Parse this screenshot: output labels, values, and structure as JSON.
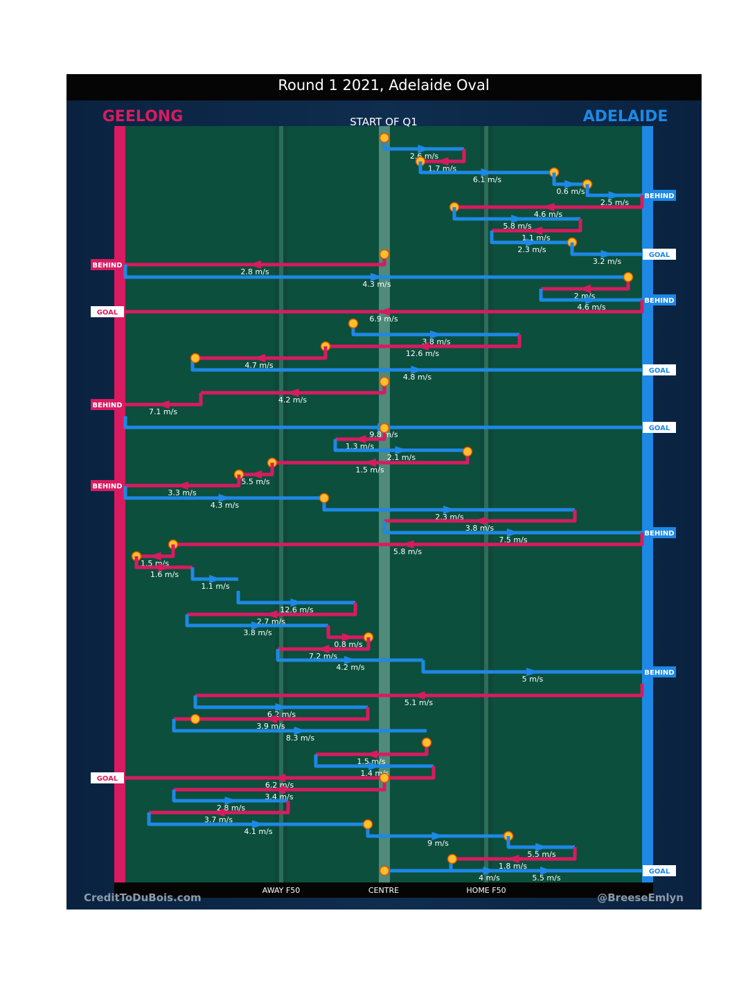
{
  "header": {
    "title": "Round 1 2021, Adelaide Oval",
    "left_team": "GEELONG",
    "right_team": "ADELAIDE",
    "period": "START OF Q1"
  },
  "footer": {
    "credit_left": "CreditToDuBois.com",
    "credit_right": "@BreeseEmlyn",
    "zone_away": "AWAY F50",
    "zone_centre": "CENTRE",
    "zone_home": "HOME F50"
  },
  "colors": {
    "geelong": "#d81b60",
    "adelaide": "#1e88e5",
    "field": "#0b4f3c",
    "stoppage": "#fbc02d",
    "frame": "#07213f"
  },
  "chart_data": {
    "type": "chain-flow",
    "x_axis": "field position (Geelong goal to Adelaide goal)",
    "x_ticks": [
      "AWAY F50",
      "CENTRE",
      "HOME F50"
    ],
    "units": "m/s",
    "events": [
      {
        "team": "ADELAIDE",
        "speed": "2.6 m/s"
      },
      {
        "team": "GEELONG",
        "speed": "1.7 m/s"
      },
      {
        "team": "ADELAIDE",
        "speed": "6.1 m/s"
      },
      {
        "team": "ADELAIDE",
        "speed": "0.6 m/s"
      },
      {
        "team": "ADELAIDE",
        "speed": "2.5 m/s",
        "result": "BEHIND"
      },
      {
        "team": "GEELONG",
        "speed": "4.6 m/s"
      },
      {
        "team": "ADELAIDE",
        "speed": "5.8 m/s"
      },
      {
        "team": "GEELONG",
        "speed": "1.1 m/s"
      },
      {
        "team": "ADELAIDE",
        "speed": "2.3 m/s"
      },
      {
        "team": "ADELAIDE",
        "speed": "3.2 m/s",
        "result": "GOAL"
      },
      {
        "team": "GEELONG",
        "speed": "2.8 m/s",
        "result": "BEHIND"
      },
      {
        "team": "ADELAIDE",
        "speed": "4.3 m/s"
      },
      {
        "team": "GEELONG",
        "speed": "2 m/s"
      },
      {
        "team": "ADELAIDE",
        "speed": "4.6 m/s",
        "result": "BEHIND"
      },
      {
        "team": "GEELONG",
        "speed": "6.9 m/s",
        "result": "GOAL"
      },
      {
        "team": "ADELAIDE",
        "speed": "3.8 m/s"
      },
      {
        "team": "GEELONG",
        "speed": "12.6 m/s"
      },
      {
        "team": "GEELONG",
        "speed": "4.7 m/s"
      },
      {
        "team": "ADELAIDE",
        "speed": "4.8 m/s",
        "result": "GOAL"
      },
      {
        "team": "GEELONG",
        "speed": "4.2 m/s"
      },
      {
        "team": "GEELONG",
        "speed": "7.1 m/s",
        "result": "BEHIND"
      },
      {
        "team": "ADELAIDE",
        "speed": "9.8 m/s",
        "result": "GOAL"
      },
      {
        "team": "GEELONG",
        "speed": "1.3 m/s"
      },
      {
        "team": "ADELAIDE",
        "speed": "2.1 m/s"
      },
      {
        "team": "GEELONG",
        "speed": "1.5 m/s"
      },
      {
        "team": "GEELONG",
        "speed": "5.5 m/s"
      },
      {
        "team": "GEELONG",
        "speed": "3.3 m/s",
        "result": "BEHIND"
      },
      {
        "team": "ADELAIDE",
        "speed": "4.3 m/s"
      },
      {
        "team": "ADELAIDE",
        "speed": "2.3 m/s"
      },
      {
        "team": "GEELONG",
        "speed": "3.8 m/s"
      },
      {
        "team": "ADELAIDE",
        "speed": "7.5 m/s",
        "result": "BEHIND"
      },
      {
        "team": "GEELONG",
        "speed": "5.8 m/s"
      },
      {
        "team": "GEELONG",
        "speed": "1.5 m/s"
      },
      {
        "team": "GEELONG",
        "speed": "1.6 m/s"
      },
      {
        "team": "ADELAIDE",
        "speed": "1.1 m/s"
      },
      {
        "team": "ADELAIDE",
        "speed": "12.6 m/s"
      },
      {
        "team": "GEELONG",
        "speed": "2.7 m/s"
      },
      {
        "team": "ADELAIDE",
        "speed": "3.8 m/s"
      },
      {
        "team": "GEELONG",
        "speed": "0.8 m/s"
      },
      {
        "team": "GEELONG",
        "speed": "7.2 m/s"
      },
      {
        "team": "ADELAIDE",
        "speed": "4.2 m/s"
      },
      {
        "team": "ADELAIDE",
        "speed": "5 m/s",
        "result": "BEHIND"
      },
      {
        "team": "GEELONG",
        "speed": "5.1 m/s"
      },
      {
        "team": "ADELAIDE",
        "speed": "6.2 m/s"
      },
      {
        "team": "GEELONG",
        "speed": "3.9 m/s"
      },
      {
        "team": "ADELAIDE",
        "speed": "8.3 m/s"
      },
      {
        "team": "GEELONG",
        "speed": "1.5 m/s"
      },
      {
        "team": "ADELAIDE",
        "speed": "1.4 m/s"
      },
      {
        "team": "GEELONG",
        "speed": "6.2 m/s",
        "result": "GOAL"
      },
      {
        "team": "GEELONG",
        "speed": "3.4 m/s"
      },
      {
        "team": "ADELAIDE",
        "speed": "2.8 m/s"
      },
      {
        "team": "GEELONG",
        "speed": "3.7 m/s"
      },
      {
        "team": "ADELAIDE",
        "speed": "4.1 m/s"
      },
      {
        "team": "ADELAIDE",
        "speed": "9 m/s"
      },
      {
        "team": "ADELAIDE",
        "speed": "5.5 m/s"
      },
      {
        "team": "GEELONG",
        "speed": "1.8 m/s"
      },
      {
        "team": "ADELAIDE",
        "speed": "5.5 m/s",
        "result": "GOAL"
      },
      {
        "team": "ADELAIDE",
        "speed": "4 m/s"
      }
    ]
  }
}
